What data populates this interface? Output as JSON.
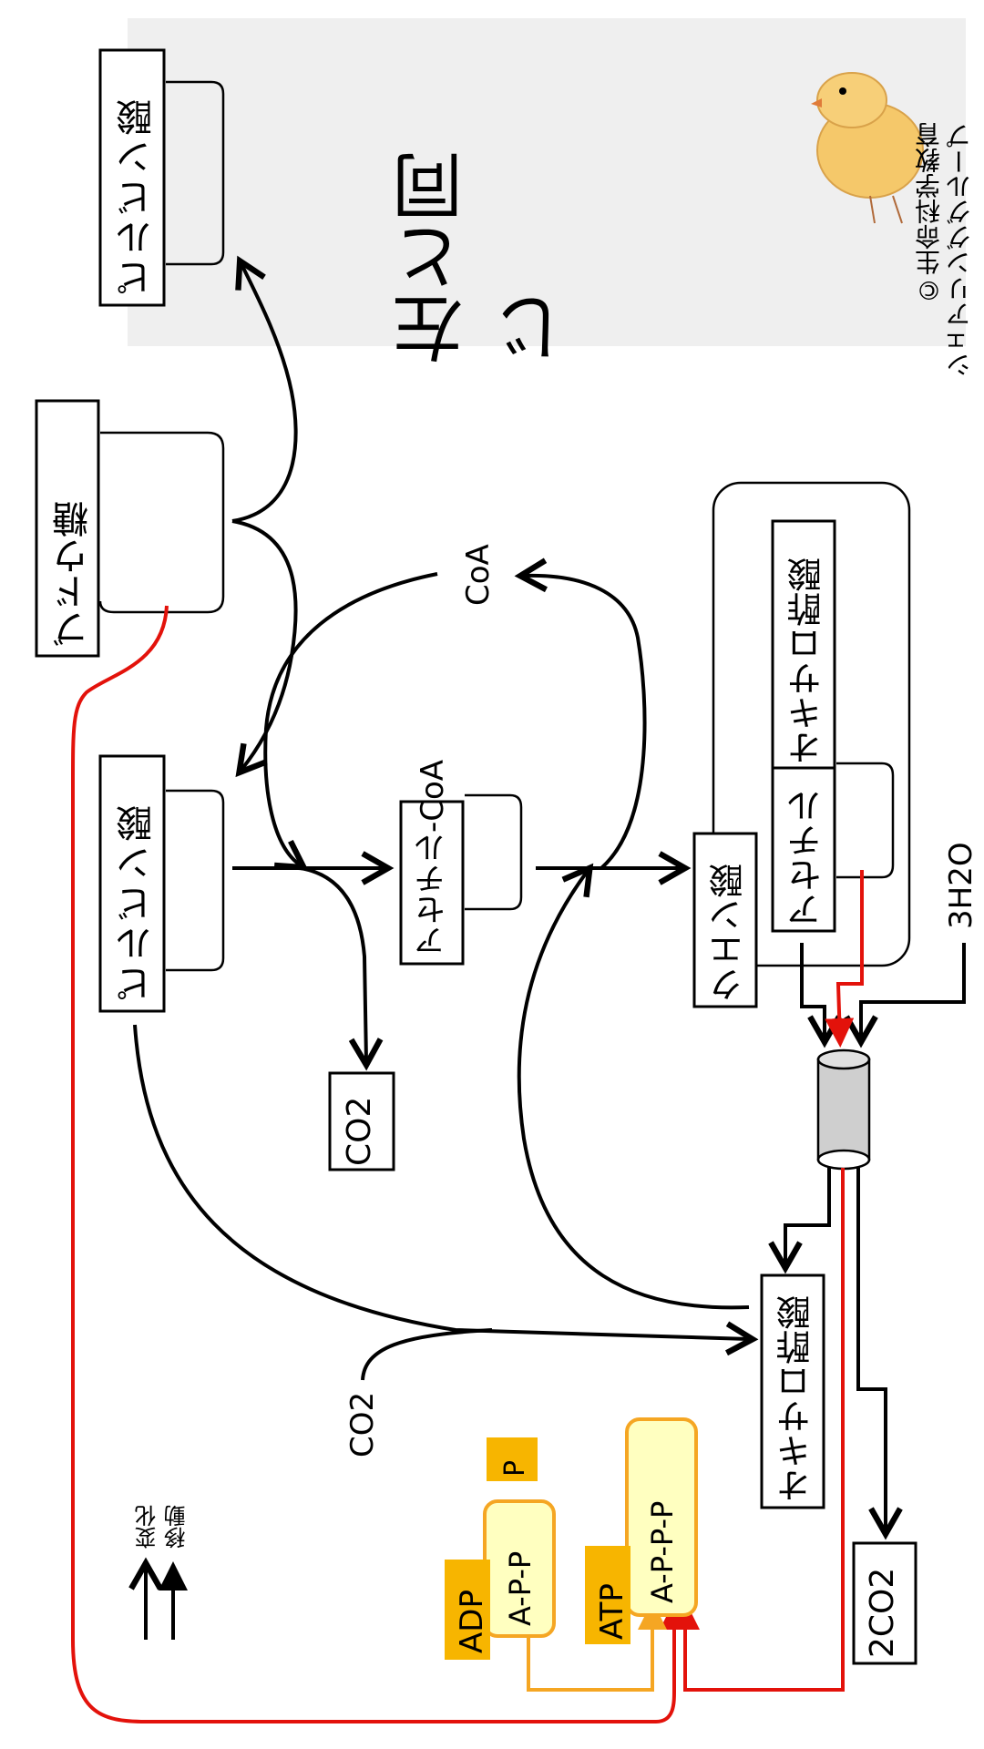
{
  "labels": {
    "glucose": "ブドウ糖",
    "pyruvate_top": "ピルビン酸",
    "pyruvate_mid": "ピルビン酸",
    "acetyl_coa": "アセチル-CoA",
    "coa": "CoA",
    "co2_box": "CO2",
    "co2_free": "CO2",
    "citric_acid": "クエン酸",
    "acetyl": "アセチル",
    "oxaloacetic_inner": "オキサロ酢酸",
    "oxaloacetic_bottom": "オキサロ酢酸",
    "water": "3H2O",
    "two_co2": "2CO2",
    "same_as_left": "左と同じ",
    "copyright_line1": "©生命科学教育",
    "copyright_line2": "シェアリンググループ",
    "adp": "ADP",
    "atp": "ATP",
    "p": "P",
    "adp_molecule": "A-P-P",
    "atp_molecule": "A-P-P-P"
  },
  "legend": {
    "change": "変化",
    "move": "移動"
  },
  "colors": {
    "arrow": "#000000",
    "red_path": "#e3120b",
    "orange_path": "#f5a623",
    "gold_box": "#f7b500",
    "pale_yellow": "#ffffc0",
    "gray_panel": "#f0f0f0"
  }
}
